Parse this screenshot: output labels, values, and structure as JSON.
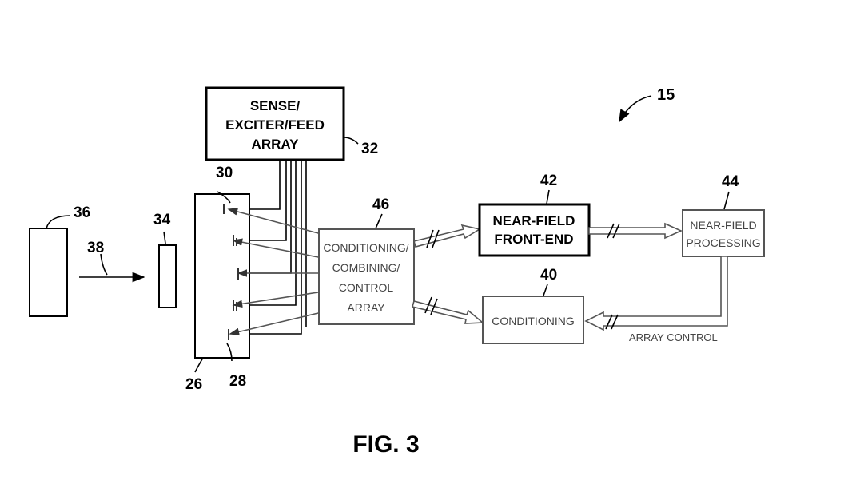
{
  "figure": {
    "caption": "FIG. 3",
    "ref_main": "15"
  },
  "blocks": {
    "sense": {
      "lines": [
        "SENSE/",
        "EXCITER/FEED",
        "ARRAY"
      ],
      "ref": "32"
    },
    "near_field_front_end": {
      "lines": [
        "NEAR-FIELD",
        "FRONT-END"
      ],
      "ref": "42"
    },
    "near_field_processing": {
      "lines": [
        "NEAR-FIELD",
        "PROCESSING"
      ],
      "ref": "44"
    },
    "conditioning_combining": {
      "lines": [
        "CONDITIONING/",
        "COMBINING/",
        "CONTROL",
        "ARRAY"
      ],
      "ref": "46"
    },
    "conditioning": {
      "label": "CONDITIONING",
      "ref": "40"
    },
    "array_panel": {
      "ref": "26",
      "element_ref_top": "30",
      "element_ref_bottom": "28"
    },
    "object_36": {
      "ref": "36"
    },
    "object_34": {
      "ref": "34"
    }
  },
  "labels": {
    "beam_ref": "38",
    "array_control": "ARRAY CONTROL"
  }
}
